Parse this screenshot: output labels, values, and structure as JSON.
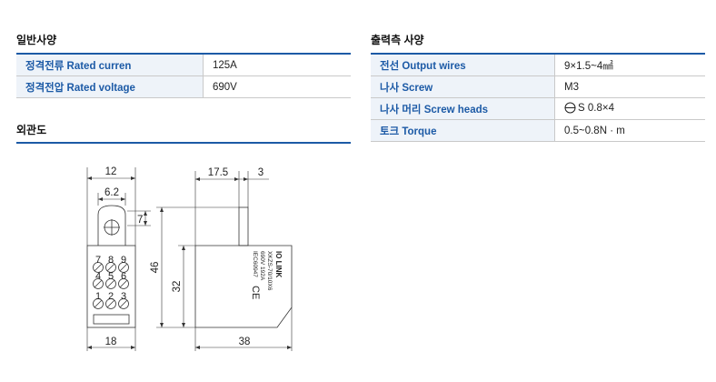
{
  "general": {
    "title": "일반사양",
    "rows": [
      {
        "label": "정격전류 Rated curren",
        "value": "125A"
      },
      {
        "label": "정격전압 Rated voltage",
        "value": "690V"
      }
    ]
  },
  "output": {
    "title": "출력측 사양",
    "rows": [
      {
        "label": "전선 Output wires",
        "value": "9×1.5~4㎟"
      },
      {
        "label": "나사 Screw",
        "value": "M3"
      },
      {
        "label": "나사 머리 Screw heads",
        "value": "S 0.8×4"
      },
      {
        "label": "토크 Torque",
        "value": "0.5~0.8N · m"
      }
    ]
  },
  "drawing": {
    "title": "외관도",
    "dims": {
      "width_top": "12",
      "width_inner": "6.2",
      "tab": "7",
      "height_total": "46",
      "height_body": "32",
      "width_bottom": "18",
      "side_offset": "17.5",
      "side_tab": "3",
      "side_width": "38"
    },
    "terminal_numbers": [
      "7",
      "8",
      "9",
      "4",
      "5",
      "6",
      "1",
      "2",
      "3"
    ],
    "label": {
      "brand": "IO LINK",
      "model": "XKZS-70/10X6",
      "rating": "690V 192A",
      "standard": "IEC60947",
      "mark": "CE"
    }
  },
  "colors": {
    "accent": "#1c5aa6",
    "key_background": "#eef3f9"
  }
}
